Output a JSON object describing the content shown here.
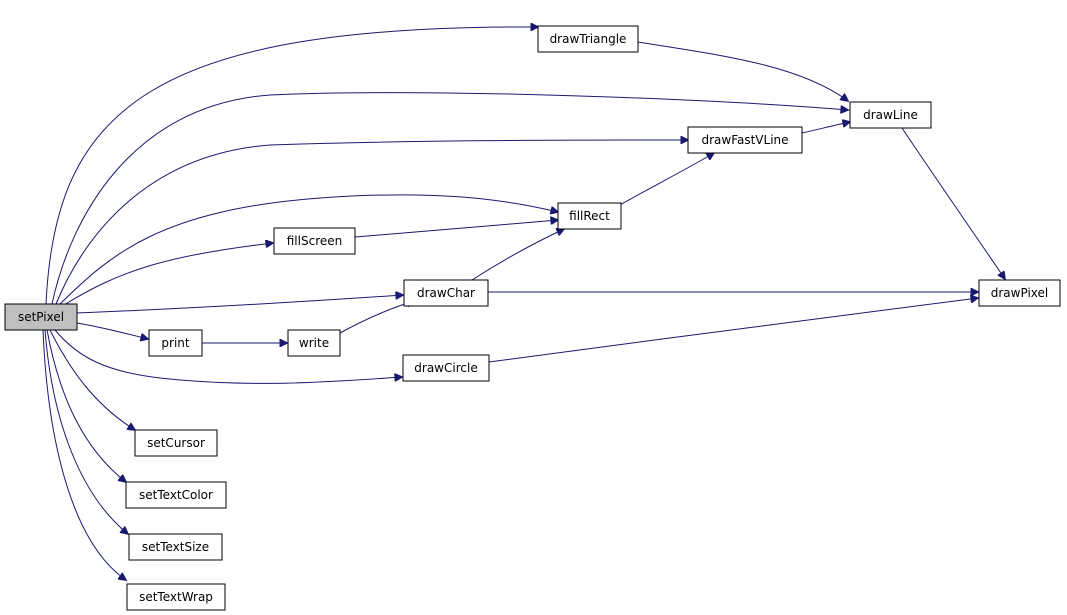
{
  "diagram": {
    "colors": {
      "edge": "#191970",
      "root_fill": "#bfbfbf",
      "node_fill": "#ffffff",
      "node_border": "#000000"
    },
    "nodes": {
      "setPixel": "setPixel",
      "drawTriangle": "drawTriangle",
      "drawLine": "drawLine",
      "drawFastVLine": "drawFastVLine",
      "fillRect": "fillRect",
      "fillScreen": "fillScreen",
      "drawChar": "drawChar",
      "drawPixel": "drawPixel",
      "print": "print",
      "write": "write",
      "drawCircle": "drawCircle",
      "setCursor": "setCursor",
      "setTextColor": "setTextColor",
      "setTextSize": "setTextSize",
      "setTextWrap": "setTextWrap"
    },
    "edges": [
      [
        "setPixel",
        "drawTriangle"
      ],
      [
        "setPixel",
        "drawLine"
      ],
      [
        "setPixel",
        "drawFastVLine"
      ],
      [
        "setPixel",
        "fillRect"
      ],
      [
        "setPixel",
        "fillScreen"
      ],
      [
        "setPixel",
        "drawChar"
      ],
      [
        "setPixel",
        "print"
      ],
      [
        "setPixel",
        "drawCircle"
      ],
      [
        "setPixel",
        "setCursor"
      ],
      [
        "setPixel",
        "setTextColor"
      ],
      [
        "setPixel",
        "setTextSize"
      ],
      [
        "setPixel",
        "setTextWrap"
      ],
      [
        "drawTriangle",
        "drawLine"
      ],
      [
        "drawFastVLine",
        "drawLine"
      ],
      [
        "fillRect",
        "drawFastVLine"
      ],
      [
        "fillScreen",
        "fillRect"
      ],
      [
        "drawChar",
        "fillRect"
      ],
      [
        "drawChar",
        "drawPixel"
      ],
      [
        "print",
        "write"
      ],
      [
        "write",
        "drawChar"
      ],
      [
        "drawCircle",
        "drawPixel"
      ],
      [
        "drawLine",
        "drawPixel"
      ]
    ]
  }
}
